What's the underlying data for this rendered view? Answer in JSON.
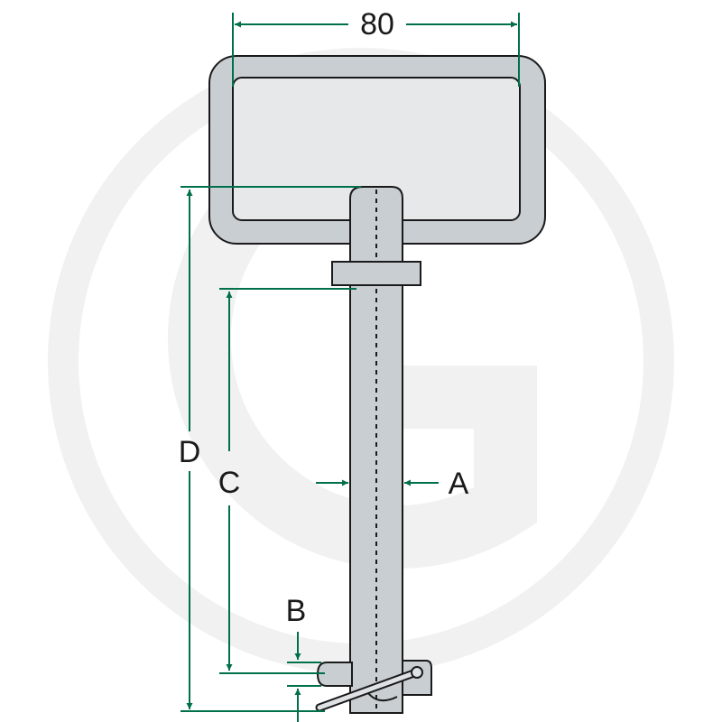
{
  "colors": {
    "dimension": "#00704a",
    "outline": "#1a1a1a",
    "part_fill": "#c9ced2",
    "part_highlight": "#e6e8ea",
    "watermark": "#f1f1f1"
  },
  "watermark": {
    "icon": "brand-logo-watermark"
  },
  "dimensions": {
    "width_value": "80",
    "label_a": "A",
    "label_b": "B",
    "label_c": "C",
    "label_d": "D"
  }
}
